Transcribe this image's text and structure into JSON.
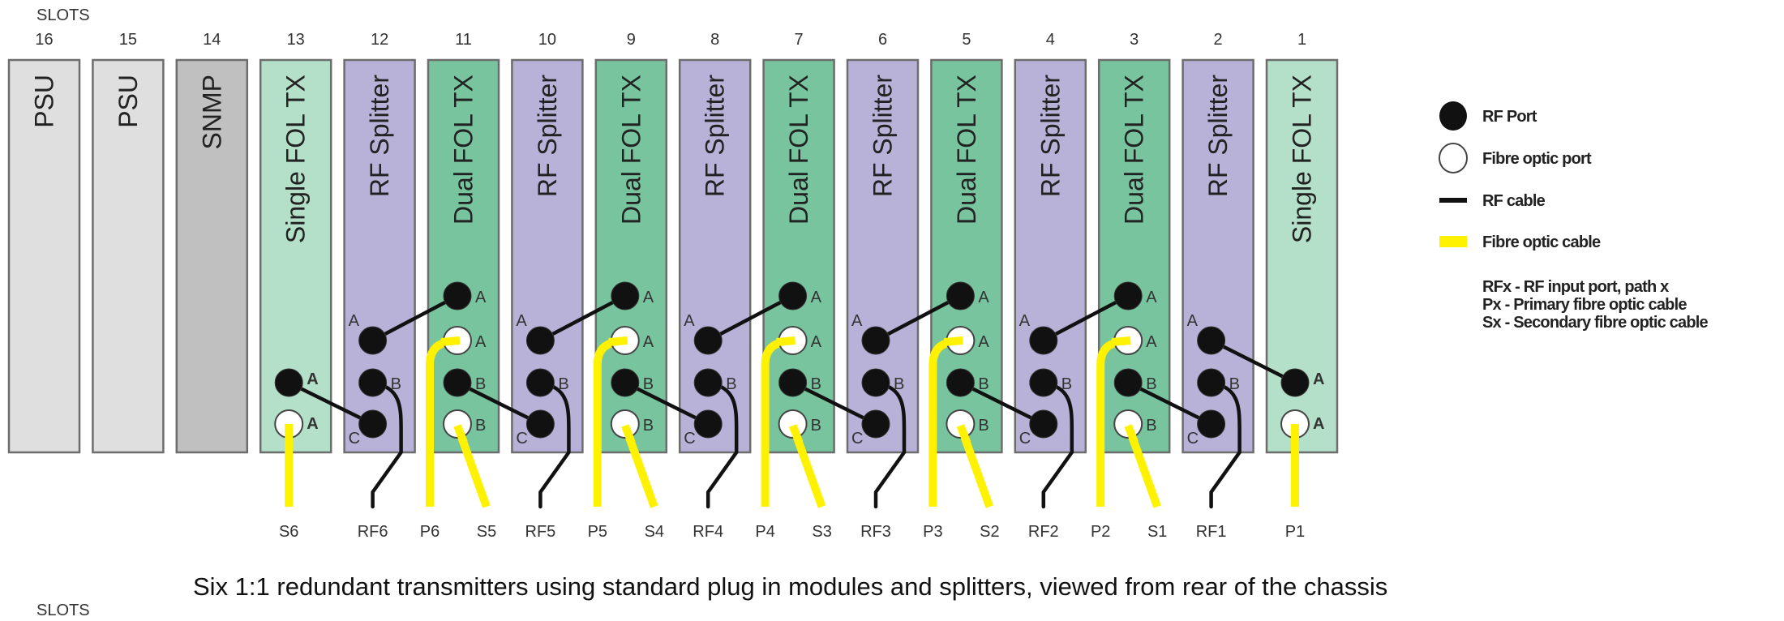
{
  "slots_heading": "SLOTS",
  "slots_heading_bottom": "SLOTS",
  "caption": "Six 1:1 redundant transmitters using standard plug in modules and splitters, viewed from rear of the chassis",
  "colors": {
    "psu": "#DFDFDF",
    "snmp": "#C0C0C0",
    "single_fol_tx": "#B4DFC8",
    "rf_splitter": "#B8B2D8",
    "dual_fol_tx": "#78C49F",
    "rf_cable": "#111111",
    "fibre_cable": "#FFF200",
    "rf_port": "#111111",
    "fibre_port": "#FFFFFF"
  },
  "modules": [
    {
      "slot": "16",
      "type": "psu",
      "label": "PSU"
    },
    {
      "slot": "15",
      "type": "psu",
      "label": "PSU"
    },
    {
      "slot": "14",
      "type": "snmp",
      "label": "SNMP"
    },
    {
      "slot": "13",
      "type": "single_fol_tx",
      "label": "Single FOL TX",
      "ports": [
        {
          "kind": "rf",
          "label": "A"
        },
        {
          "kind": "fibre",
          "label": "A"
        }
      ]
    },
    {
      "slot": "12",
      "type": "rf_splitter",
      "label": "RF Splitter",
      "ports": [
        {
          "kind": "rf",
          "label": "A"
        },
        {
          "kind": "rf",
          "label": "B"
        },
        {
          "kind": "rf",
          "label": "C"
        }
      ]
    },
    {
      "slot": "11",
      "type": "dual_fol_tx",
      "label": "Dual FOL TX",
      "ports": [
        {
          "kind": "rf",
          "label": "A"
        },
        {
          "kind": "fibre",
          "label": "A"
        },
        {
          "kind": "rf",
          "label": "B"
        },
        {
          "kind": "fibre",
          "label": "B"
        }
      ]
    },
    {
      "slot": "10",
      "type": "rf_splitter",
      "label": "RF Splitter",
      "ports": [
        {
          "kind": "rf",
          "label": "A"
        },
        {
          "kind": "rf",
          "label": "B"
        },
        {
          "kind": "rf",
          "label": "C"
        }
      ]
    },
    {
      "slot": "9",
      "type": "dual_fol_tx",
      "label": "Dual FOL TX",
      "ports": [
        {
          "kind": "rf",
          "label": "A"
        },
        {
          "kind": "fibre",
          "label": "A"
        },
        {
          "kind": "rf",
          "label": "B"
        },
        {
          "kind": "fibre",
          "label": "B"
        }
      ]
    },
    {
      "slot": "8",
      "type": "rf_splitter",
      "label": "RF Splitter",
      "ports": [
        {
          "kind": "rf",
          "label": "A"
        },
        {
          "kind": "rf",
          "label": "B"
        },
        {
          "kind": "rf",
          "label": "C"
        }
      ]
    },
    {
      "slot": "7",
      "type": "dual_fol_tx",
      "label": "Dual FOL TX",
      "ports": [
        {
          "kind": "rf",
          "label": "A"
        },
        {
          "kind": "fibre",
          "label": "A"
        },
        {
          "kind": "rf",
          "label": "B"
        },
        {
          "kind": "fibre",
          "label": "B"
        }
      ]
    },
    {
      "slot": "6",
      "type": "rf_splitter",
      "label": "RF Splitter",
      "ports": [
        {
          "kind": "rf",
          "label": "A"
        },
        {
          "kind": "rf",
          "label": "B"
        },
        {
          "kind": "rf",
          "label": "C"
        }
      ]
    },
    {
      "slot": "5",
      "type": "dual_fol_tx",
      "label": "Dual FOL TX",
      "ports": [
        {
          "kind": "rf",
          "label": "A"
        },
        {
          "kind": "fibre",
          "label": "A"
        },
        {
          "kind": "rf",
          "label": "B"
        },
        {
          "kind": "fibre",
          "label": "B"
        }
      ]
    },
    {
      "slot": "4",
      "type": "rf_splitter",
      "label": "RF Splitter",
      "ports": [
        {
          "kind": "rf",
          "label": "A"
        },
        {
          "kind": "rf",
          "label": "B"
        },
        {
          "kind": "rf",
          "label": "C"
        }
      ]
    },
    {
      "slot": "3",
      "type": "dual_fol_tx",
      "label": "Dual FOL TX",
      "ports": [
        {
          "kind": "rf",
          "label": "A"
        },
        {
          "kind": "fibre",
          "label": "A"
        },
        {
          "kind": "rf",
          "label": "B"
        },
        {
          "kind": "fibre",
          "label": "B"
        }
      ]
    },
    {
      "slot": "2",
      "type": "rf_splitter",
      "label": "RF Splitter",
      "ports": [
        {
          "kind": "rf",
          "label": "A"
        },
        {
          "kind": "rf",
          "label": "B"
        },
        {
          "kind": "rf",
          "label": "C"
        }
      ]
    },
    {
      "slot": "1",
      "type": "single_fol_tx",
      "label": "Single FOL TX",
      "ports": [
        {
          "kind": "rf",
          "label": "A"
        },
        {
          "kind": "fibre",
          "label": "A"
        }
      ]
    }
  ],
  "cable_labels": [
    "S6",
    "RF6",
    "P6",
    "S5",
    "RF5",
    "P5",
    "S4",
    "RF4",
    "P4",
    "S3",
    "RF3",
    "P3",
    "S2",
    "RF2",
    "P2",
    "S1",
    "RF1",
    "P1"
  ],
  "legend": {
    "items": [
      {
        "icon": "rf-port-icon",
        "label": "RF Port"
      },
      {
        "icon": "fibre-port-icon",
        "label": "Fibre optic port"
      },
      {
        "icon": "rf-cable-icon",
        "label": "RF cable"
      },
      {
        "icon": "fibre-cable-icon",
        "label": "Fibre optic cable"
      }
    ],
    "notes": [
      "RFx - RF input port, path x",
      "Px  - Primary fibre optic cable",
      "Sx  - Secondary fibre optic cable"
    ]
  }
}
